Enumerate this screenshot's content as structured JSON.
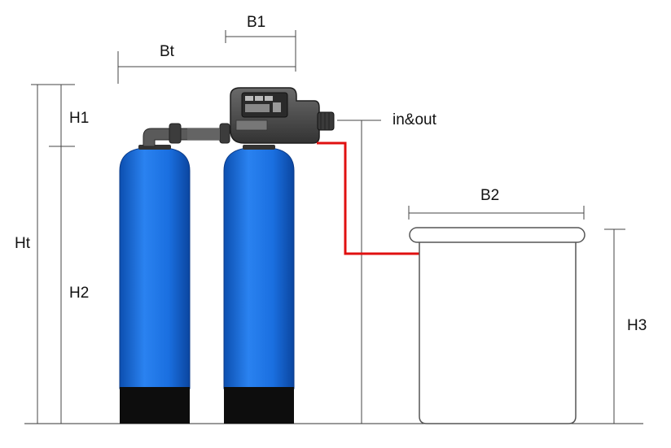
{
  "labels": {
    "b1": "B1",
    "bt": "Bt",
    "h1": "H1",
    "ht": "Ht",
    "h2": "H2",
    "in_out": "in&out",
    "b2": "B2",
    "h3": "H3"
  },
  "colors": {
    "tank_blue": "#1a6fe0",
    "tank_base": "#0d0d0d",
    "valve_body": "#4a4a4a",
    "pipe_gray": "#555555",
    "feed_line": "#e01010",
    "brine_outline": "#555555"
  }
}
